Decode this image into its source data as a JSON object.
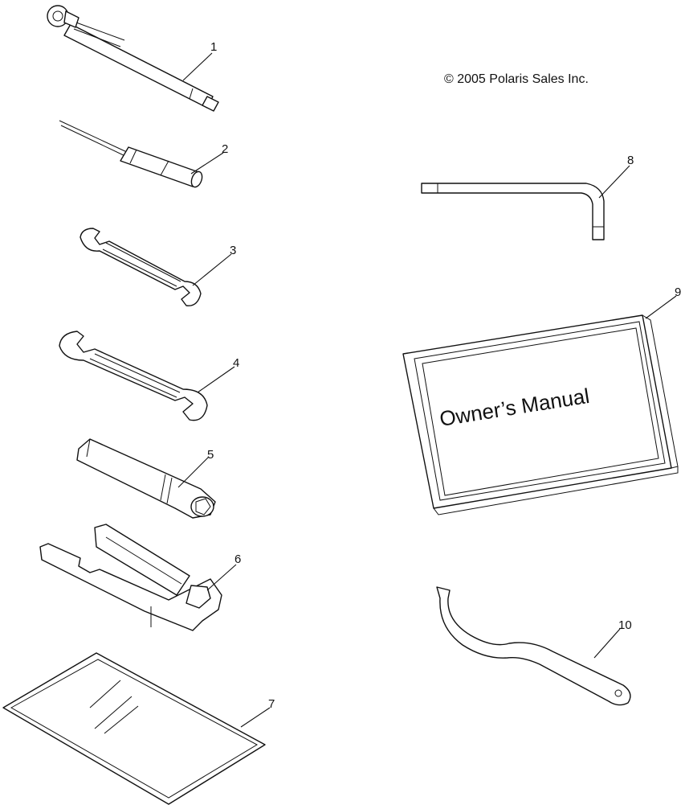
{
  "copyright": "© 2005 Polaris Sales Inc.",
  "manual_cover_text": "Owner’s Manual",
  "callouts": [
    "1",
    "2",
    "3",
    "4",
    "5",
    "6",
    "7",
    "8",
    "9",
    "10"
  ],
  "colors": {
    "line": "#111111",
    "background": "#ffffff"
  }
}
